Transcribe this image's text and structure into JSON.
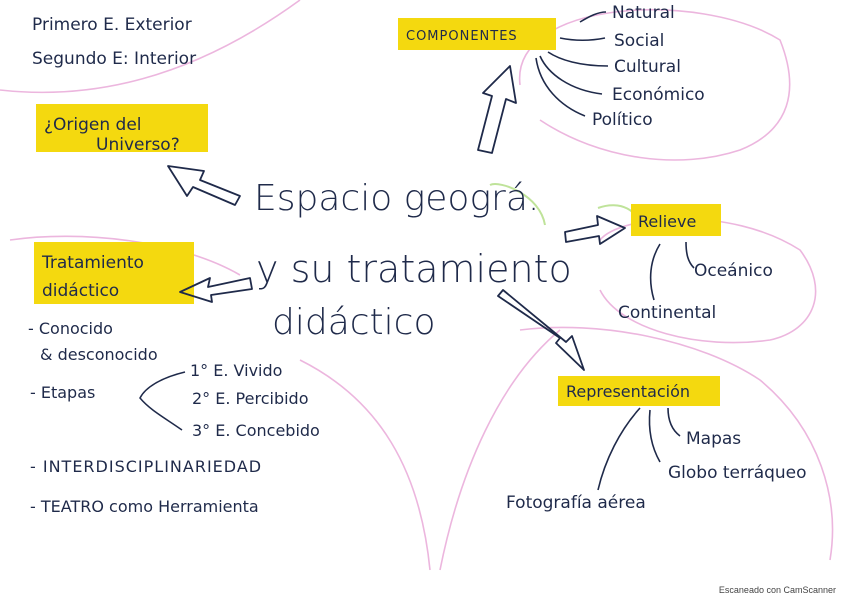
{
  "title": {
    "line1": "Espacio geográ.",
    "line2": "y su tratamiento",
    "line3": "didáctico"
  },
  "topleft_notes": {
    "line1": "Primero E. Exterior",
    "line2": "Segundo E: Interior"
  },
  "origen": {
    "line1": "¿Origen del",
    "line2": "Universo?"
  },
  "componentes": {
    "label": "COMPONENTES",
    "items": [
      "Natural",
      "Social",
      "Cultural",
      "Económico",
      "Político"
    ]
  },
  "relieve": {
    "label": "Relieve",
    "items": [
      "Oceánico",
      "Continental"
    ]
  },
  "representacion": {
    "label": "Representación",
    "items": [
      "Mapas",
      "Globo terráqueo",
      "Fotografía aérea"
    ]
  },
  "tratamiento": {
    "line1": "Tratamiento",
    "line2": "didáctico",
    "notes": {
      "conocido": "- Conocido",
      "desconocido": "& desconocido",
      "etapas": "- Etapas",
      "etapa1": "1° E. Vivido",
      "etapa2": "2° E. Percibido",
      "etapa3": "3° E. Concebido",
      "interdisciplinariedad": "- INTERDISCIPLINARIEDAD",
      "teatro": "- TEATRO como Herramienta"
    }
  },
  "scanner_text": "Escaneado con CamScanner",
  "colors": {
    "highlight": "#f4d90f",
    "ink": "#1f2a4a",
    "pink_lines": "#e9a6d6",
    "green_hint": "#a8d86a"
  }
}
